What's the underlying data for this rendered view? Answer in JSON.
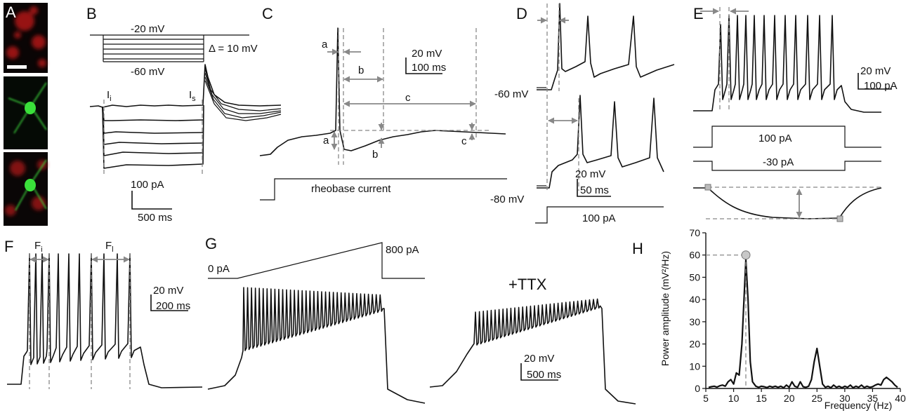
{
  "panels": {
    "A": "A",
    "B": "B",
    "C": "C",
    "D": "D",
    "E": "E",
    "F": "F",
    "G": "G",
    "H": "H"
  },
  "B": {
    "top_v": "-20 mV",
    "bottom_v": "-60 mV",
    "delta": "Δ = 10 mV",
    "ii": "I",
    "ii_sub": "i",
    "is": "I",
    "is_sub": "s",
    "scale_i": "100 pA",
    "scale_t": "500 ms"
  },
  "C": {
    "a": "a",
    "b": "b",
    "c": "c",
    "a2": "a",
    "b2": "b",
    "c2": "c",
    "scale_v": "20 mV",
    "scale_t": "100 ms",
    "rheobase": "rheobase current"
  },
  "D": {
    "v60": "-60 mV",
    "v80": "-80 mV",
    "scale_v": "20 mV",
    "scale_t": "50 ms",
    "current": "100 pA"
  },
  "E": {
    "scale_v": "20 mV",
    "scale_i": "100 pA",
    "pos": "100 pA",
    "neg": "-30 pA"
  },
  "F": {
    "fi": "F",
    "fi_sub": "i",
    "fl": "F",
    "fl_sub": "l",
    "scale_v": "20 mV",
    "scale_t": "200 ms"
  },
  "G": {
    "start": "0 pA",
    "end": "800 pA",
    "ttx": "+TTX",
    "scale_v": "20 mV",
    "scale_t": "500 ms"
  },
  "H": {
    "ylabel": "Power amplitude (mV²/Hz)",
    "xlabel": "Frequency (Hz)"
  },
  "colors": {
    "ink": "#111111",
    "guide": "#888888",
    "red": "#c62020",
    "green": "#30c030",
    "dark": "#0a0a0a"
  },
  "chart_data": {
    "type": "line",
    "xlabel": "Frequency (Hz)",
    "ylabel": "Power amplitude (mV²/Hz)",
    "xlim": [
      5,
      40
    ],
    "ylim": [
      0,
      70
    ],
    "xticks": [
      5,
      10,
      15,
      20,
      25,
      30,
      35,
      40
    ],
    "yticks": [
      0,
      10,
      20,
      30,
      40,
      50,
      60,
      70
    ],
    "peak": {
      "x": 12.2,
      "y": 60
    },
    "series": [
      {
        "x": [
          5.5,
          6,
          6.5,
          7,
          7.5,
          8,
          8.5,
          9,
          9.5,
          10,
          10.5,
          11,
          11.5,
          12.2,
          12.6,
          13,
          13.4,
          14,
          14.5,
          15,
          15.5,
          16,
          16.5,
          17,
          17.5,
          18,
          18.5,
          19,
          19.5,
          20,
          20.5,
          21,
          21.5,
          22,
          22.5,
          23,
          23.5,
          24,
          24.5,
          25,
          25.5,
          26,
          26.5,
          27,
          27.5,
          28,
          28.5,
          29,
          29.5,
          30,
          30.5,
          31,
          31.5,
          32,
          32.5,
          33,
          33.5,
          34,
          34.5,
          35,
          35.5,
          36,
          36.5,
          37,
          37.5,
          38,
          38.5,
          39,
          39.5
        ],
        "y": [
          0.5,
          0.8,
          1,
          0.6,
          1.2,
          1.5,
          1,
          3,
          4,
          2,
          7,
          6,
          20,
          58,
          40,
          12,
          3,
          1,
          0.5,
          1,
          0.8,
          0.4,
          1,
          0.6,
          1,
          0.5,
          1,
          0.3,
          1.5,
          0.5,
          3,
          1,
          0.5,
          3,
          0.8,
          0.5,
          1,
          4,
          12,
          18,
          10,
          2,
          0.5,
          1,
          0.3,
          1.5,
          0.5,
          1,
          0.3,
          1,
          0.5,
          1.5,
          0.3,
          1,
          0.5,
          1.5,
          0.4,
          1,
          0.5,
          0.8,
          1.5,
          2,
          1.5,
          4,
          5,
          4,
          3,
          1.5,
          0.5
        ]
      }
    ]
  }
}
